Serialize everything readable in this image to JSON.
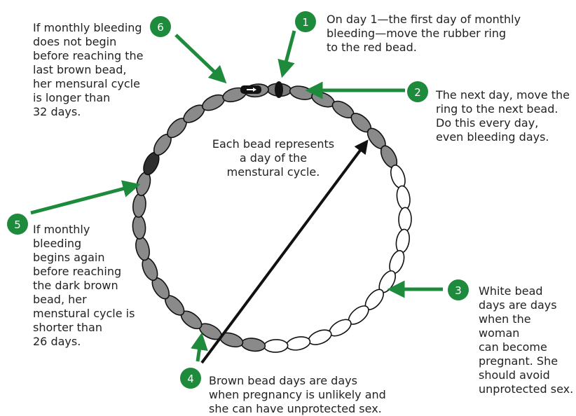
{
  "colors": {
    "accent_green": "#1e8a3c",
    "brown_bead": "#8a8a8a",
    "dark_brown_bead": "#2e2e2e",
    "red_bead": "#7a7a7a",
    "white_bead": "#ffffff",
    "ring": "#111111"
  },
  "necklace": {
    "description_text": "Each bead represents\na day of the\nmenstural cycle."
  },
  "callouts": [
    {
      "number": "1",
      "text": "On day 1—the first day of monthly\nbleeding—move the rubber ring\nto the red bead."
    },
    {
      "number": "2",
      "text": "The next day, move the\nring to the next bead.\nDo this every day,\neven bleeding days."
    },
    {
      "number": "3",
      "text": "White bead\ndays are days\nwhen the woman\ncan become\npregnant. She\nshould avoid\nunprotected sex."
    },
    {
      "number": "4",
      "text": "Brown bead days are days\nwhen pregnancy is unlikely and\nshe can have unprotected sex."
    },
    {
      "number": "5",
      "text": "If monthly\nbleeding\nbegins again\nbefore reaching\nthe dark brown\nbead, her\nmenstural cycle is\nshorter than\n26 days."
    },
    {
      "number": "6",
      "text": "If monthly bleeding\ndoes not begin\nbefore reaching the\nlast brown bead,\nher mensural cycle\nis longer than\n32 days."
    }
  ]
}
